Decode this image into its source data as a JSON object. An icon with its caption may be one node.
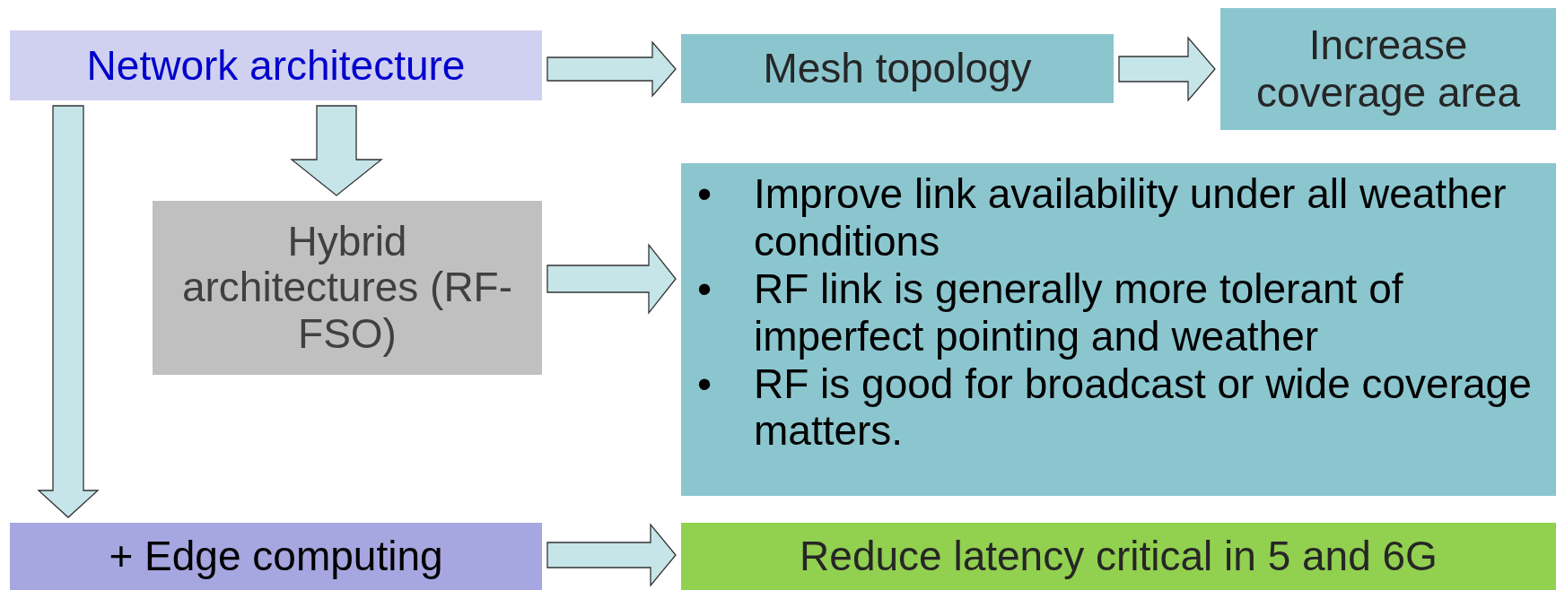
{
  "diagram": {
    "nodes": [
      {
        "text": [
          "Network architecture"
        ]
      },
      {
        "text": [
          "Mesh topology"
        ]
      },
      {
        "text": [
          "Increase coverage area"
        ]
      },
      {
        "text": [
          "Hybrid architectures (RF-FSO)"
        ]
      },
      {
        "text": [
          "Improve link availability under all weather conditions",
          "RF link is generally more tolerant of imperfect pointing and weather",
          "RF is good for broadcast or wide coverage matters."
        ]
      },
      {
        "text": [
          "+ Edge computing"
        ]
      },
      {
        "text": [
          "Reduce latency critical in 5 and 6G"
        ]
      }
    ],
    "edges": [
      {
        "from": 0,
        "to": 1,
        "arrow": "to"
      },
      {
        "from": 1,
        "to": 2,
        "arrow": "to"
      },
      {
        "from": 0,
        "to": 3,
        "arrow": "to"
      },
      {
        "from": 0,
        "to": 5,
        "arrow": "to"
      },
      {
        "from": 3,
        "to": 4,
        "arrow": "to"
      },
      {
        "from": 5,
        "to": 6,
        "arrow": "to"
      }
    ],
    "labels": [
      "•",
      "•",
      "•"
    ]
  }
}
